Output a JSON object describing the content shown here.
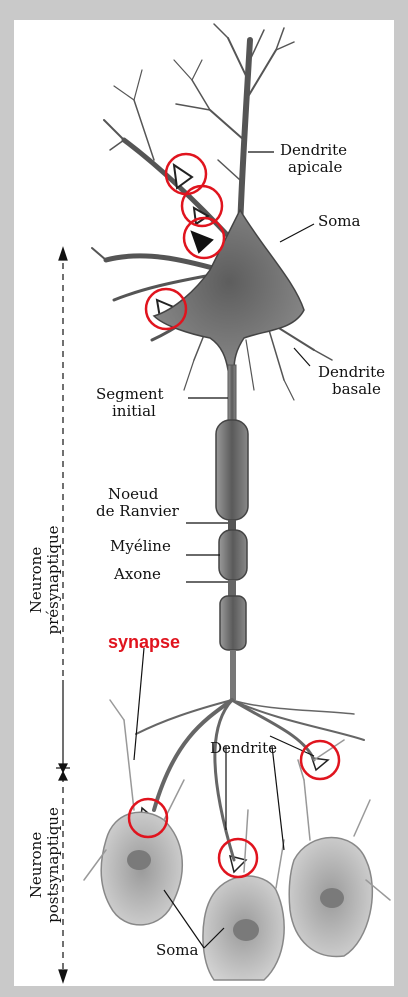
{
  "labels": {
    "dendrite_apicale": [
      "Dendrite",
      "apicale"
    ],
    "soma_top": "Soma",
    "segment_initial": [
      "Segment",
      "initial"
    ],
    "dendrite_basale": [
      "Dendrite",
      "basale"
    ],
    "noeud_ranvier": [
      "Noeud",
      "de Ranvier"
    ],
    "myeline": "Myéline",
    "axone": "Axone",
    "synapse": "synapse",
    "dendrite_lower": "Dendrite",
    "soma_bottom": "Soma",
    "neurone_pre": [
      "Neurone",
      "présynaptique"
    ],
    "neurone_post": [
      "Neurone",
      "postsynaptique"
    ]
  },
  "colors": {
    "highlight": "#e0141e",
    "neuron_fill": "#6f6f6f",
    "post_fill": "#b8b8b8",
    "background": "#c9c9c9"
  }
}
